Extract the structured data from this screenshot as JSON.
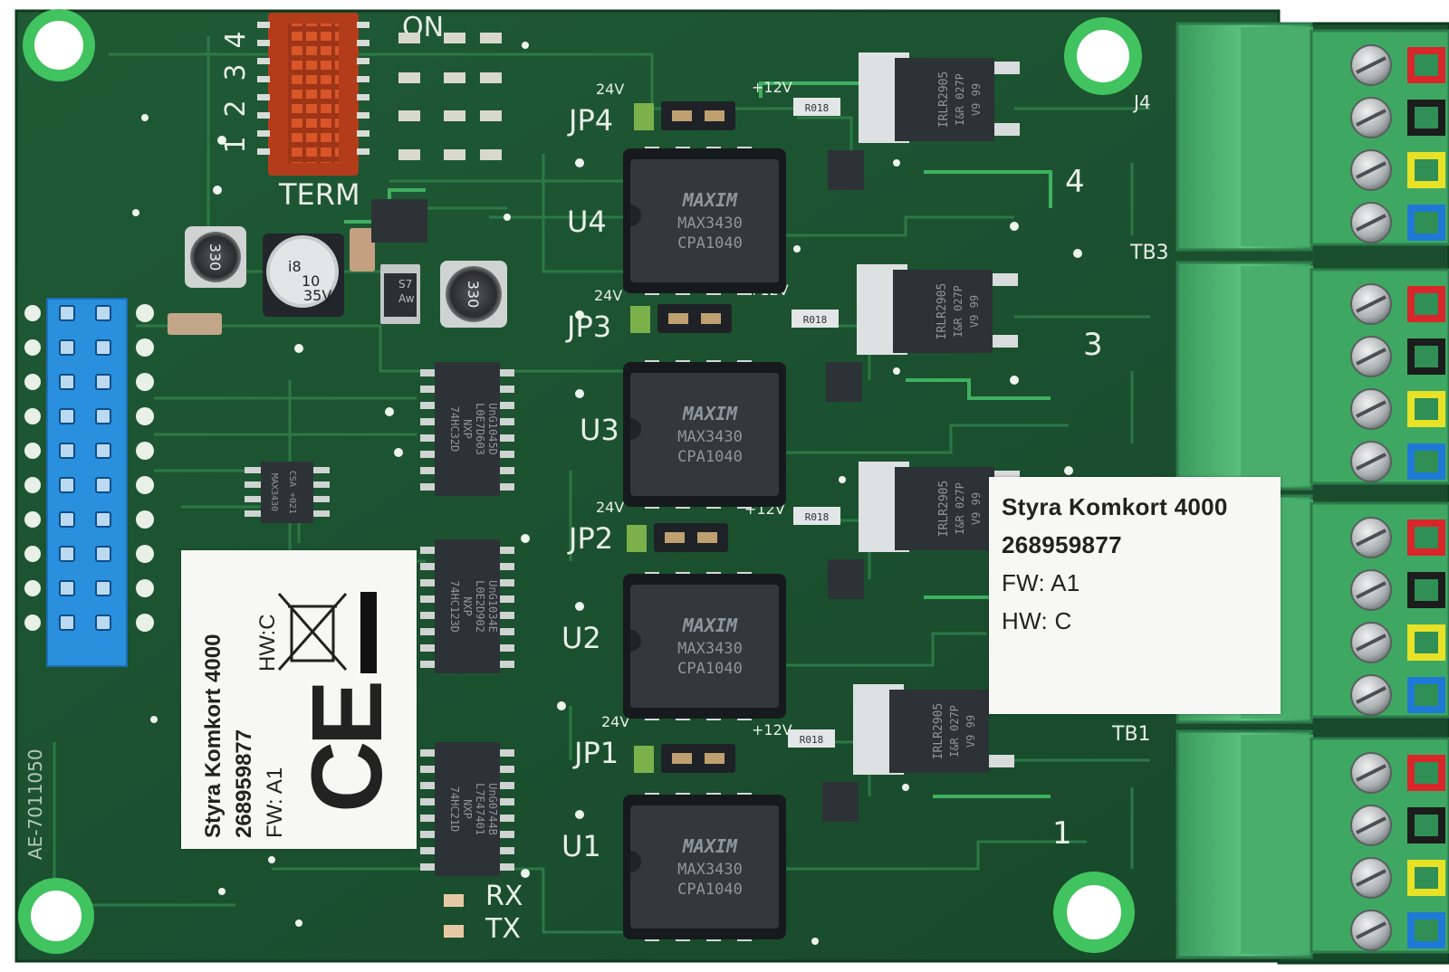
{
  "board": {
    "colors": {
      "pcb": "#1d5232",
      "trace": "#2c7a45",
      "copper": "#2f8a4e",
      "ring": "#3cc65c",
      "connector": "#3fa464",
      "pin_header": "#2a8fdc",
      "chip": "#2d3237",
      "silk": "#e8efe8",
      "dip": "#c8431f"
    }
  },
  "silkscreen": {
    "on": "ON",
    "dip_numbers": [
      "1",
      "2",
      "3",
      "4"
    ],
    "term": "TERM",
    "jumpers": [
      {
        "name": "JP4",
        "v24": "24V",
        "v12": "+12V"
      },
      {
        "name": "JP3",
        "v24": "24V",
        "v12": "+12V"
      },
      {
        "name": "JP2",
        "v24": "24V",
        "v12": "+12V"
      },
      {
        "name": "JP1",
        "v24": "24V",
        "v12": "+12V"
      }
    ],
    "ics": [
      "U4",
      "U3",
      "U2",
      "U1"
    ],
    "channels": [
      "4",
      "3",
      "1"
    ],
    "tb": [
      "TB3",
      "TB1"
    ],
    "j4": "J4",
    "rx": "RX",
    "tx": "TX",
    "r018": "R018",
    "part_no": "AE-7011050"
  },
  "chips": {
    "max_brand": "MAXIM",
    "max_part": "MAX3430",
    "max_code": "CPA1040",
    "mosfet_part": "IRLR2905",
    "mosfet_code": "I&R  027P",
    "mosfet_lot": "V9   99",
    "logic": [
      {
        "part": "74HC32D",
        "maker": "NXP",
        "code": "L0E7D603",
        "lot": "UnG1045D"
      },
      {
        "part": "74HC123D",
        "maker": "NXP",
        "code": "L0E2D902",
        "lot": "UnG1034E"
      },
      {
        "part": "74HC21D",
        "maker": "NXP",
        "code": "L7E47401",
        "lot": "UnG0744B"
      }
    ],
    "small_max": "MAX3430",
    "small_code": "CSA +021",
    "caps": {
      "big": "330",
      "elec_a": "i8",
      "elec_b": "10",
      "elec_c": "35V",
      "diode_a": "S7",
      "diode_b": "Aw"
    }
  },
  "labels": {
    "right": {
      "title": "Styra Komkort 4000",
      "serial": "268959877",
      "fw": "FW: A1",
      "hw": "HW: C"
    },
    "left": {
      "title": "Styra Komkort 4000",
      "serial": "268959877",
      "fw": "FW: A1",
      "hw": "HW:C",
      "ce": "CE"
    }
  }
}
